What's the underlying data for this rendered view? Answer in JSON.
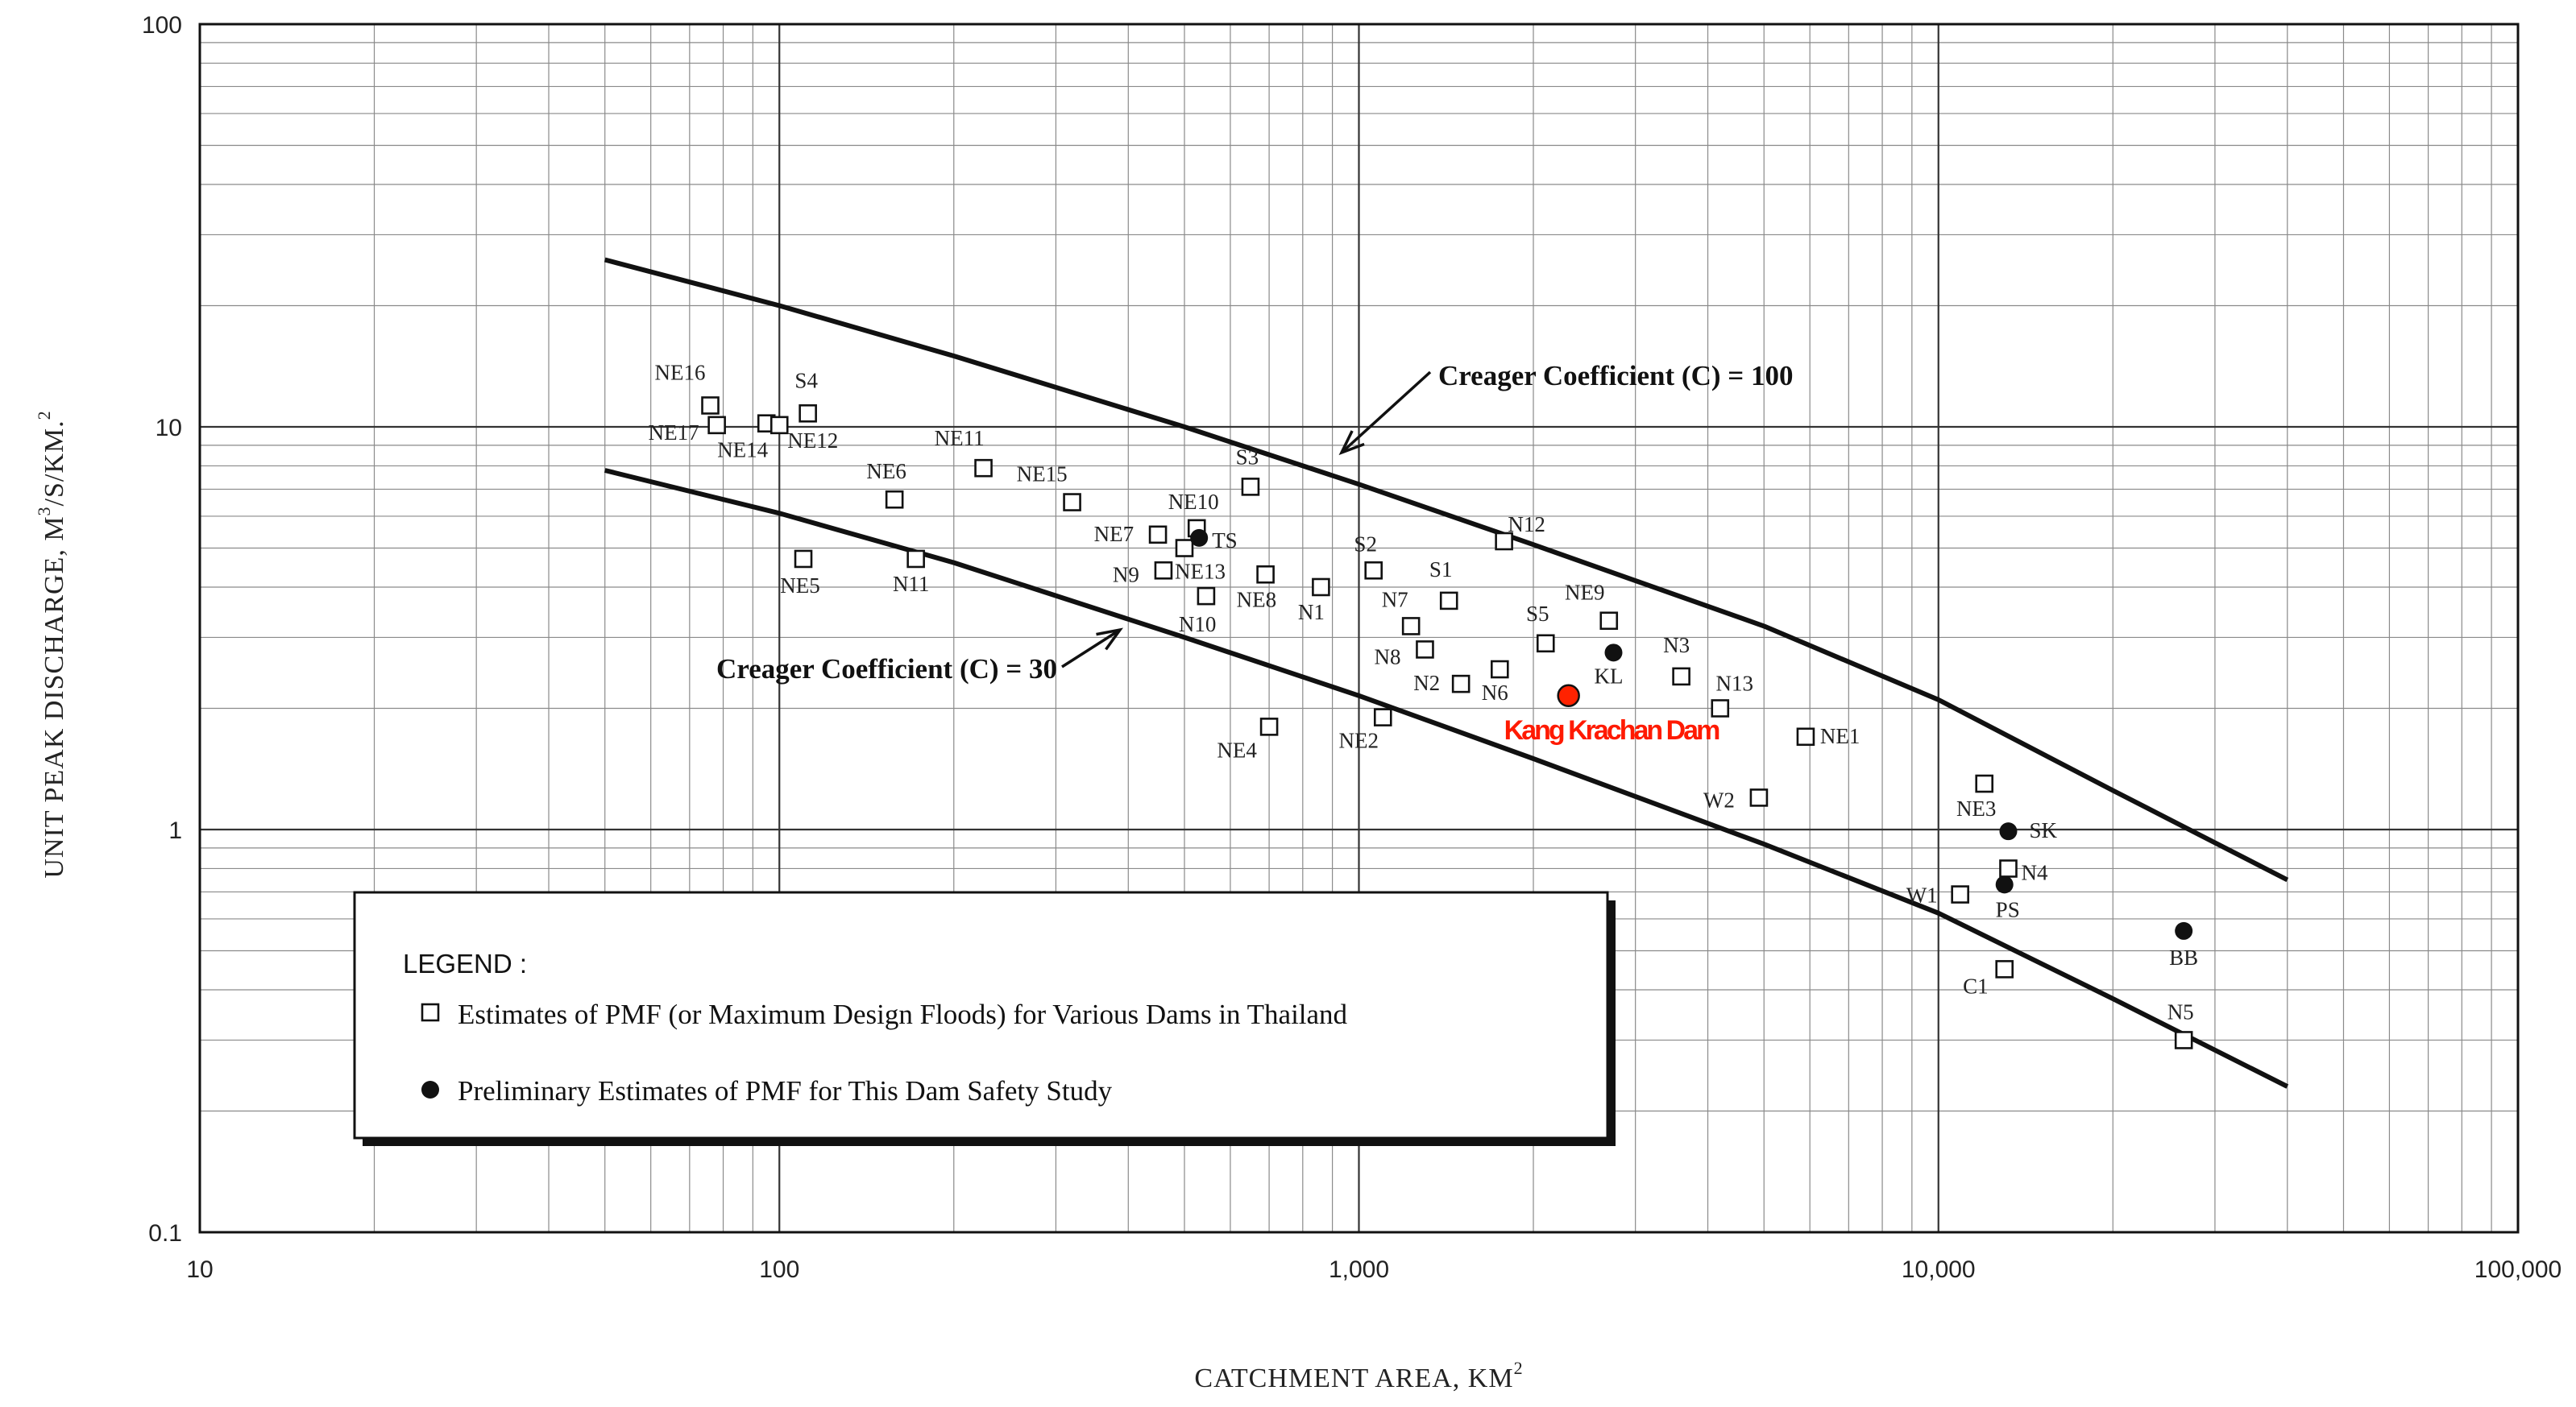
{
  "chart_data": {
    "type": "scatter",
    "x_scale": "log",
    "y_scale": "log",
    "xlim": [
      10,
      100000
    ],
    "ylim": [
      0.1,
      100
    ],
    "grid": true,
    "xlabel": "CATCHMENT AREA, KM",
    "xlabel_sup": "2",
    "ylabel_pre": "UNIT PEAK DISCHARGE, M",
    "ylabel_sup1": "3",
    "ylabel_mid": "/S/KM.",
    "ylabel_sup2": "2",
    "x_ticks": [
      {
        "value": 10,
        "label": "10"
      },
      {
        "value": 100,
        "label": "100"
      },
      {
        "value": 1000,
        "label": "1,000"
      },
      {
        "value": 10000,
        "label": "10,000"
      },
      {
        "value": 100000,
        "label": "100,000"
      }
    ],
    "y_ticks": [
      {
        "value": 0.1,
        "label": "0.1"
      },
      {
        "value": 1,
        "label": "1"
      },
      {
        "value": 10,
        "label": "10"
      },
      {
        "value": 100,
        "label": "100"
      }
    ],
    "curves": [
      {
        "name": "C100",
        "label": "Creager Coefficient (C) = 100",
        "x": [
          50,
          100,
          200,
          500,
          1000,
          2000,
          5000,
          10000,
          20000,
          40000
        ],
        "y": [
          26,
          20,
          15,
          10,
          7.2,
          5.1,
          3.2,
          2.1,
          1.25,
          0.75
        ]
      },
      {
        "name": "C30",
        "label": "Creager Coefficient (C) = 30",
        "x": [
          50,
          100,
          200,
          500,
          1000,
          2000,
          5000,
          10000,
          20000,
          40000
        ],
        "y": [
          7.8,
          6.1,
          4.6,
          3.0,
          2.15,
          1.5,
          0.92,
          0.62,
          0.38,
          0.23
        ]
      }
    ],
    "series": [
      {
        "name": "Estimates of PMF (or Maximum Design Floods) for Various Dams in Thailand",
        "marker": "square",
        "points": [
          {
            "label": "NE16",
            "x": 76,
            "y": 11.3
          },
          {
            "label": "NE17",
            "x": 78,
            "y": 10.1
          },
          {
            "label": "NE14",
            "x": 95,
            "y": 10.2
          },
          {
            "label": "NE12",
            "x": 100,
            "y": 10.1
          },
          {
            "label": "S4",
            "x": 112,
            "y": 10.8
          },
          {
            "label": "NE5",
            "x": 110,
            "y": 4.7
          },
          {
            "label": "NE6",
            "x": 158,
            "y": 6.6
          },
          {
            "label": "N11",
            "x": 172,
            "y": 4.7
          },
          {
            "label": "NE11",
            "x": 225,
            "y": 7.9
          },
          {
            "label": "NE15",
            "x": 320,
            "y": 6.5
          },
          {
            "label": "NE7",
            "x": 450,
            "y": 5.4
          },
          {
            "label": "N9",
            "x": 460,
            "y": 4.4
          },
          {
            "label": "NE10",
            "x": 525,
            "y": 5.6
          },
          {
            "label": "NE13",
            "x": 500,
            "y": 5.0
          },
          {
            "label": "N10",
            "x": 545,
            "y": 3.8
          },
          {
            "label": "S3",
            "x": 650,
            "y": 7.1
          },
          {
            "label": "NE8",
            "x": 690,
            "y": 4.3
          },
          {
            "label": "NE4",
            "x": 700,
            "y": 1.8
          },
          {
            "label": "N1",
            "x": 860,
            "y": 4.0
          },
          {
            "label": "NE2",
            "x": 1100,
            "y": 1.9
          },
          {
            "label": "S2",
            "x": 1060,
            "y": 4.4
          },
          {
            "label": "N7",
            "x": 1230,
            "y": 3.2
          },
          {
            "label": "N8",
            "x": 1300,
            "y": 2.8
          },
          {
            "label": "S1",
            "x": 1430,
            "y": 3.7
          },
          {
            "label": "N2",
            "x": 1500,
            "y": 2.3
          },
          {
            "label": "N6",
            "x": 1750,
            "y": 2.5
          },
          {
            "label": "N12",
            "x": 1780,
            "y": 5.2
          },
          {
            "label": "S5",
            "x": 2100,
            "y": 2.9
          },
          {
            "label": "NE9",
            "x": 2700,
            "y": 3.3
          },
          {
            "label": "N3",
            "x": 3600,
            "y": 2.4
          },
          {
            "label": "N13",
            "x": 4200,
            "y": 2.0
          },
          {
            "label": "W2",
            "x": 4900,
            "y": 1.2
          },
          {
            "label": "NE1",
            "x": 5900,
            "y": 1.7
          },
          {
            "label": "NE3",
            "x": 12000,
            "y": 1.3
          },
          {
            "label": "N4",
            "x": 13200,
            "y": 0.8
          },
          {
            "label": "W1",
            "x": 10900,
            "y": 0.69
          },
          {
            "label": "C1",
            "x": 13000,
            "y": 0.45
          },
          {
            "label": "N5",
            "x": 26500,
            "y": 0.3
          }
        ]
      },
      {
        "name": "Preliminary Estimates of PMF for This Dam Safety Study",
        "marker": "dot",
        "points": [
          {
            "label": "TS",
            "x": 530,
            "y": 5.3
          },
          {
            "label": "KL",
            "x": 2750,
            "y": 2.75
          },
          {
            "label": "SK",
            "x": 13200,
            "y": 0.99
          },
          {
            "label": "PS",
            "x": 13000,
            "y": 0.73
          },
          {
            "label": "BB",
            "x": 26500,
            "y": 0.56
          }
        ]
      }
    ],
    "highlight": {
      "label": "Kang Krachan Dam",
      "x": 2300,
      "y": 2.15,
      "color": "#ff2200"
    },
    "legend": {
      "title": "LEGEND :",
      "placement": "bottom-left",
      "entries": [
        "Estimates of PMF (or Maximum Design Floods) for Various Dams in Thailand",
        "Preliminary Estimates of PMF for This Dam Safety Study"
      ]
    }
  }
}
